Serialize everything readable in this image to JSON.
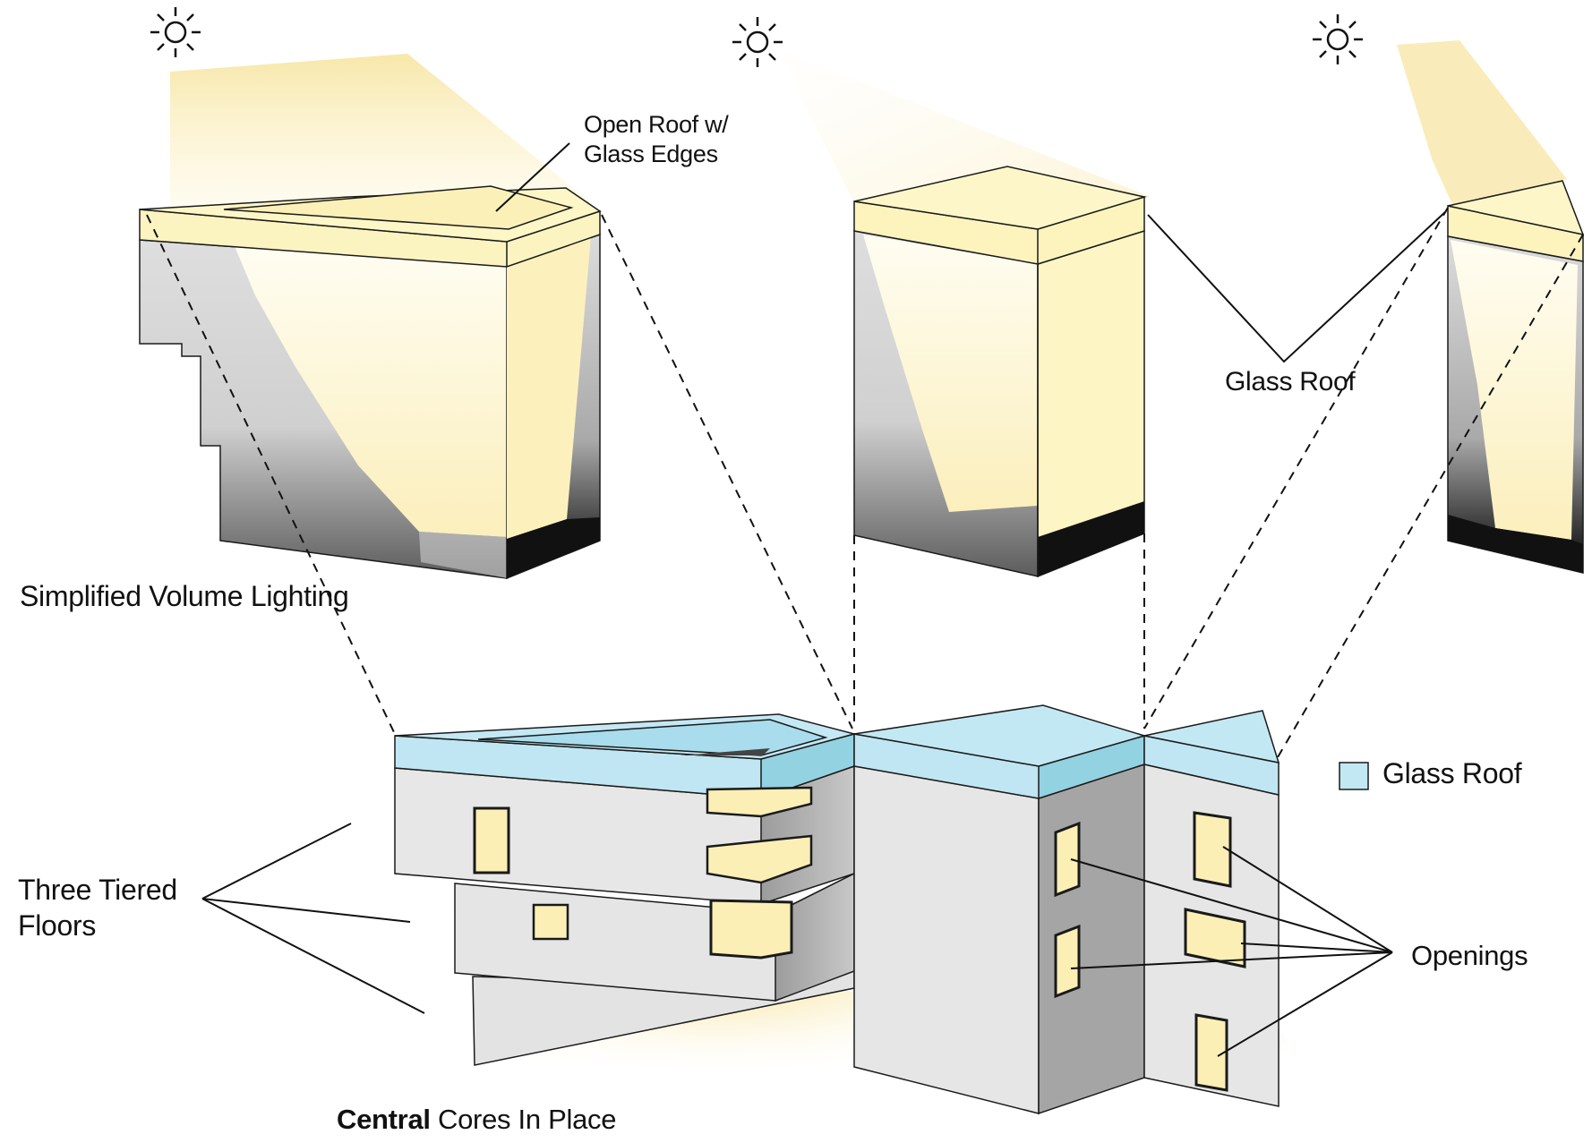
{
  "labels": {
    "open_roof": "Open Roof w/\nGlass Edges",
    "glass_roof_top": "Glass Roof",
    "simplified": "Simplified Volume Lighting",
    "three_tiered": "Three Tiered\nFloors",
    "central_bold": "Central",
    "central_rest": " Cores In Place",
    "openings": "Openings",
    "legend_glass_roof": "Glass Roof"
  },
  "icons": [
    "sun-icon",
    "sun-icon",
    "sun-icon"
  ],
  "colors": {
    "light": "#fdf5c4",
    "light_strong": "#f9ecae",
    "glass": "#bfe6f2",
    "glass_dark": "#8fcede",
    "wall": "#e5e5e5",
    "wall_shadow": "#a7a7a7",
    "dark": "#141414",
    "line": "#1a1a1a"
  }
}
